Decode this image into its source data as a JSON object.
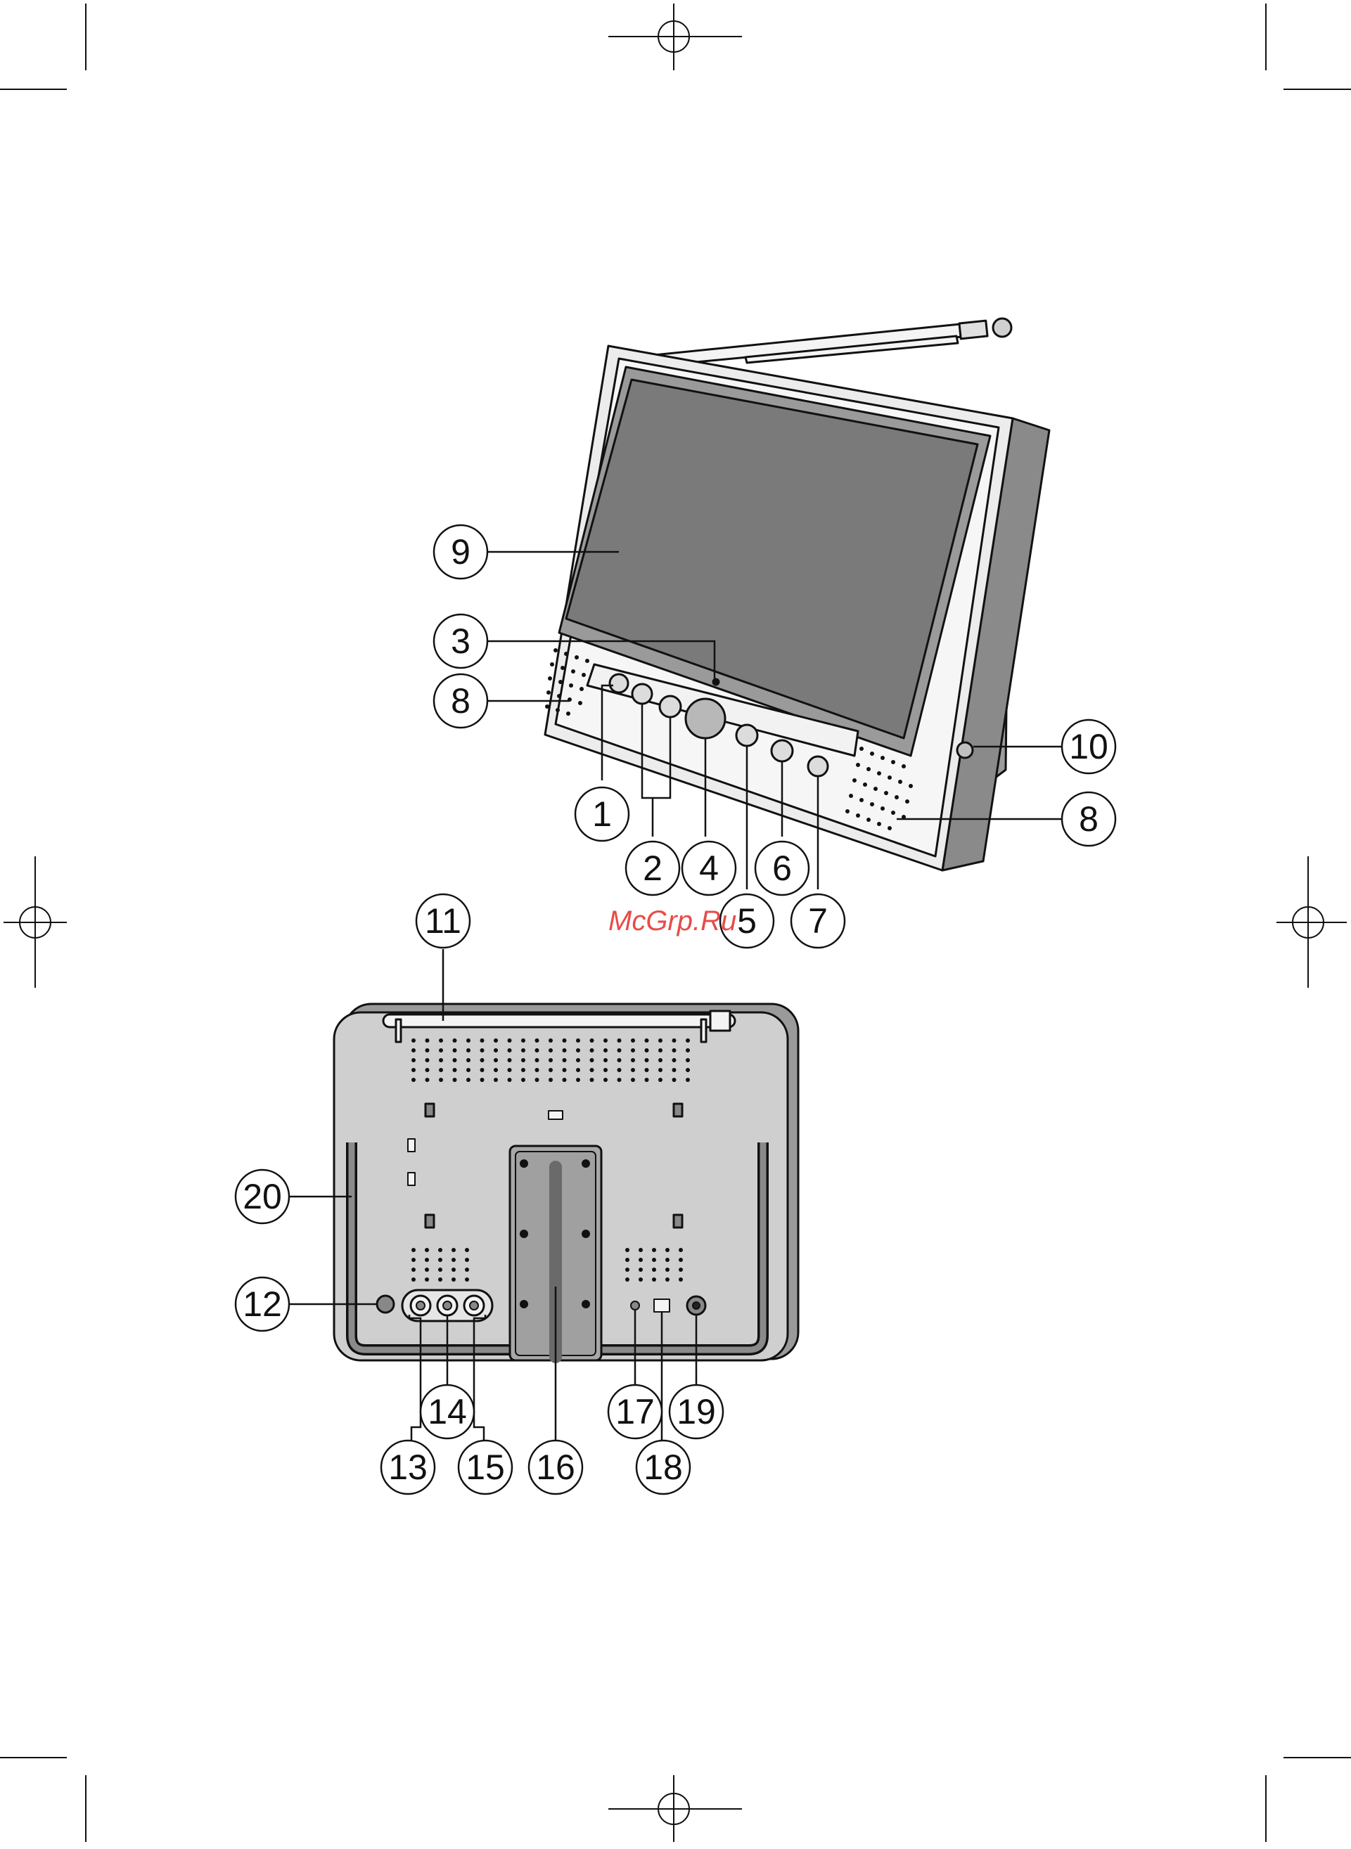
{
  "watermark": "McGrp.Ru",
  "callouts": {
    "c1": "1",
    "c2": "2",
    "c3": "3",
    "c4": "4",
    "c5": "5",
    "c6": "6",
    "c7": "7",
    "c8a": "8",
    "c8b": "8",
    "c9": "9",
    "c10": "10",
    "c11": "11",
    "c12": "12",
    "c13": "13",
    "c14": "14",
    "c15": "15",
    "c16": "16",
    "c17": "17",
    "c18": "18",
    "c19": "19",
    "c20": "20"
  },
  "colors": {
    "line": "#111111",
    "screen": "#7a7a7a",
    "screen_frame": "#9a9a9a",
    "body_light": "#e6e6e6",
    "body_back": "#cfcfcf",
    "stand": "#9c9c9c",
    "side": "#8a8a8a"
  }
}
